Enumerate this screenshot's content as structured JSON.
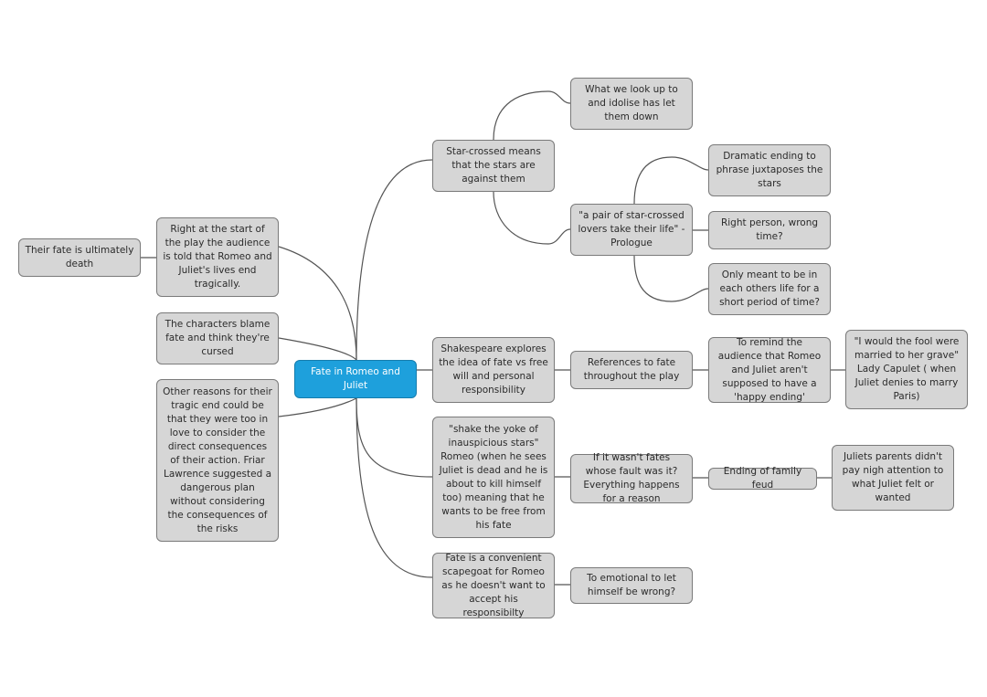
{
  "mindmap": {
    "root": "Fate in Romeo and Juliet",
    "star_crossed": "Star-crossed means that the stars are against them",
    "idolise": "What we look up to and idolise has let them down",
    "pair_quote": "\"a pair of star-crossed lovers take their life\" - Prologue",
    "dramatic": "Dramatic ending to phrase juxtaposes the stars",
    "right_person": "Right person, wrong time?",
    "only_meant": "Only meant to be in each others life for a short period of time?",
    "right_at_start": "Right at the start of the play the audience is told that Romeo and Juliet's lives end tragically.",
    "fate_death": "Their fate is ultimately death",
    "characters_blame": "The characters blame fate and think they're cursed",
    "other_reasons": "Other reasons for their tragic end could be that they were too in love to consider the direct consequences of their action. Friar Lawrence suggested a dangerous plan without considering the consequences of the risks",
    "shakespeare_explores": "Shakespeare explores the idea of fate vs free will and personal responsibility",
    "references": "References to fate throughout the play",
    "remind": "To remind the audience that Romeo and Juliet aren't supposed to have a 'happy ending'",
    "fool_quote": "\"I would the fool were married to her grave\" Lady Capulet ( when Juliet denies to marry Paris)",
    "shake_yoke": "\"shake the yoke of inauspicious stars\" Romeo (when he sees Juliet is dead and he is about to kill himself too) meaning that he wants to be free from his fate",
    "if_not_fate": "If it wasn't fates whose fault was it? Everything happens for a reason",
    "family_feud": "Ending of family feud",
    "parents": "Juliets parents didn't pay nigh attention to what Juliet felt or wanted",
    "convenient": "Fate is a convenient scapegoat for Romeo as he doesn't want to accept his responsibilty",
    "too_emotional": "To emotional to let himself be wrong?"
  },
  "colors": {
    "node_fill": "#d6d6d6",
    "node_border": "#7a7a7a",
    "root_fill": "#1ea0dc",
    "connector": "#555555"
  }
}
